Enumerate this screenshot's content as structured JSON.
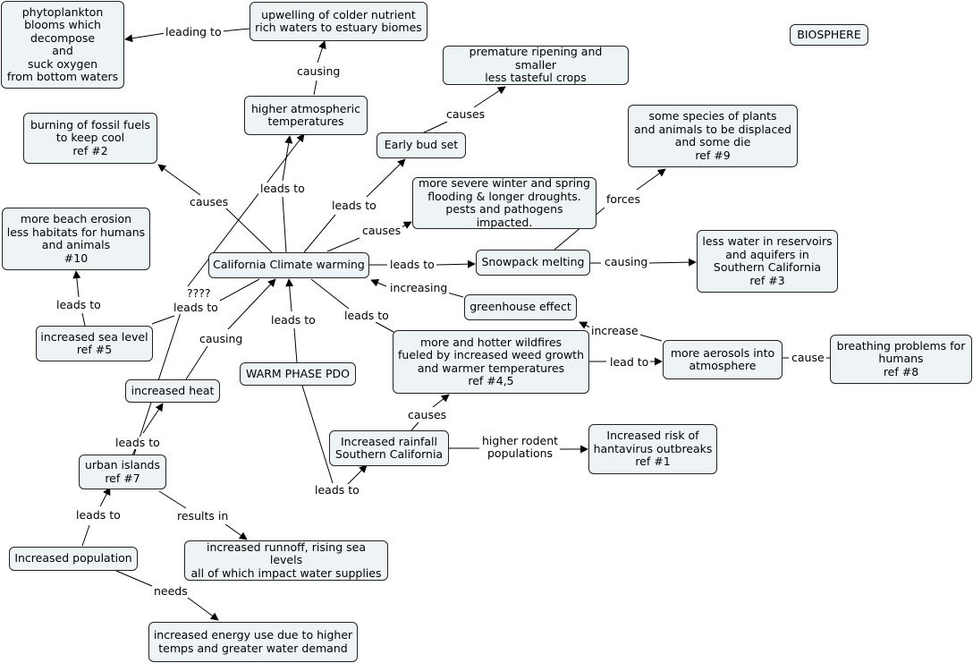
{
  "nodes": {
    "phytoplankton": "phytoplankton\nblooms which\ndecompose\nand\nsuck oxygen\nfrom bottom waters",
    "upwelling": "upwelling of colder nutrient\nrich waters to estuary biomes",
    "biosphere": "BIOSPHERE",
    "premature": "premature ripening and smaller\nless tasteful crops",
    "higher_atm": "higher atmospheric\ntemperatures",
    "burning": "burning of fossil fuels\nto keep cool\nref #2",
    "early_bud": "Early bud set",
    "species": "some species of plants\nand animals to be displaced\nand some die\nref #9",
    "severe": "more severe winter and spring\nflooding & longer droughts.\npests and pathogens impacted.",
    "beach": "more beach erosion\nless habitats for humans\nand animals\n#10",
    "ccw": "California Climate warming",
    "snowpack": "Snowpack melting",
    "less_water": "less water in reservoirs\nand aquifers in\nSouthern California\nref #3",
    "greenhouse": "greenhouse effect",
    "sea_level": "increased sea level\nref #5",
    "wildfires": "more and hotter wildfires\nfueled by increased weed growth\nand warmer temperatures\nref #4,5",
    "aerosols": "more aerosols into\natmosphere",
    "breathing": "breathing problems for\nhumans\nref #8",
    "warm_pdo": "WARM PHASE PDO",
    "heat": "increased heat",
    "rainfall": "Increased rainfall\nSouthern California",
    "hantavirus": "Increased risk of\nhantavirus outbreaks\nref #1",
    "urban": "urban islands\nref #7",
    "population": "Increased population",
    "runoff": "increased runnoff, rising sea levels\nall of which impact water supplies",
    "energy": "increased energy use due to higher\ntemps and greater water demand"
  },
  "labels": {
    "leading_to": "leading to",
    "causing_top": "causing",
    "causes_bud": "causes",
    "causes_burn": "causes",
    "leads_to_atm": "leads to",
    "leads_to_bud": "leads to",
    "causes_severe": "causes",
    "forces": "forces",
    "leads_to_snow": "leads to",
    "causing_water": "causing",
    "increasing": "increasing",
    "qmarks": "????",
    "leads_to_sea": "leads to",
    "leads_to_beach": "leads to",
    "causing_heat": "causing",
    "leads_to_pdo": "leads to",
    "leads_to_fire": "leads to",
    "increase": "increase",
    "lead_to": "lead to",
    "cause": "cause",
    "causes_rain": "causes",
    "rodent": "higher rodent\npopulations",
    "leads_to_rain": "leads to",
    "leads_to_heat": "leads to",
    "leads_to_urban": "leads to",
    "results_in": "results in",
    "needs": "needs"
  }
}
